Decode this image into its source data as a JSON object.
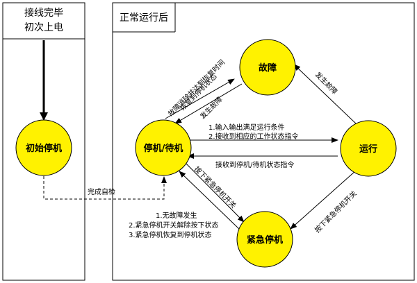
{
  "panels": {
    "left_title_line1": "接线完毕",
    "left_title_line2": "初次上电",
    "right_title": "正常运行后"
  },
  "nodes": {
    "initial_stop": "初始停机",
    "stop_standby": "停机/待机",
    "fault": "故障",
    "running": "运行",
    "emergency_stop": "紧急停机"
  },
  "edges": {
    "self_check_done": "完成自检",
    "fault_cleared_line1": "故障消除并达到恢复时间",
    "fault_cleared_line2": "恢复到停机状态",
    "fault_occurs_left": "发生故障",
    "fault_occurs_right": "发生故障",
    "start_cond_1": "1.输入输出满足运行条件",
    "start_cond_2": "2.接收到相应的工作状态指令",
    "receive_stop_cmd": "接收到停机/待机状态指令",
    "press_estop_left": "按下紧急停机开关",
    "press_estop_right": "按下紧急停机开关",
    "recover_1": "1.无故障发生",
    "recover_2": "2.紧急停机开关解除按下状态",
    "recover_3": "3.紧急停机恢复到停机状态"
  },
  "colors": {
    "node_fill": "#FFF200",
    "stroke": "#000000",
    "background": "#FFFFFF"
  }
}
